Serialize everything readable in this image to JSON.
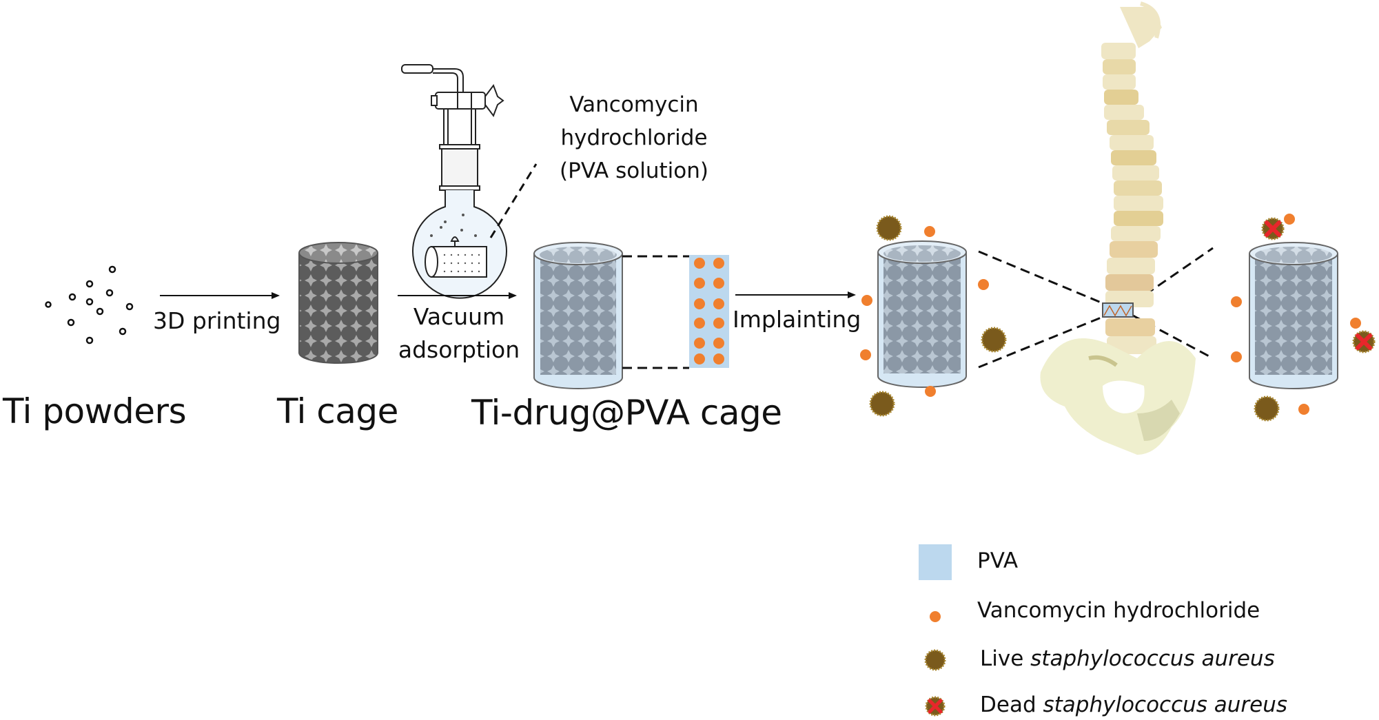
{
  "figure": {
    "stages": [
      {
        "id": "ti-powders",
        "label": "Ti powders"
      },
      {
        "id": "ti-cage",
        "label": "Ti cage"
      },
      {
        "id": "ti-drug-pva-cage",
        "label": "Ti-drug@PVA cage"
      }
    ],
    "steps": [
      {
        "id": "3d-printing",
        "label": "3D printing"
      },
      {
        "id": "vacuum-adsorption",
        "line1": "Vacuum",
        "line2": "adsorption"
      },
      {
        "id": "implanting",
        "label": "Implainting"
      }
    ],
    "callout": {
      "line1": "Vancomycin",
      "line2": "hydrochloride",
      "line3": "(PVA solution)"
    }
  },
  "legend": {
    "items": [
      {
        "id": "pva",
        "label": "PVA",
        "symbol": "square",
        "color": "#bcd8ee"
      },
      {
        "id": "vancomycin",
        "label": "Vancomycin hydrochloride",
        "symbol": "dot",
        "color": "#f07f2e"
      },
      {
        "id": "live-sa",
        "prefix": "Live ",
        "italic": "staphylococcus aureus",
        "symbol": "spiky-circle",
        "color": "#7a5a1c"
      },
      {
        "id": "dead-sa",
        "prefix": "Dead ",
        "italic": "staphylococcus aureus",
        "symbol": "spiky-circle-x",
        "color": "#7a5a1c",
        "mark_color": "#e8262b"
      }
    ]
  },
  "colors": {
    "ti_cage": "#5c5c5c",
    "ti_cage_holes": "#a9a9a9",
    "coated_cage": "#8b98a6",
    "coated_cage_holes": "#b9c6d2",
    "pva": "#bcd8ee",
    "drug": "#f07f2e",
    "bacteria": "#7a5a1c",
    "dead_mark": "#e8262b",
    "bone": "#efe6c4",
    "bone_shade": "#d9c48e"
  }
}
